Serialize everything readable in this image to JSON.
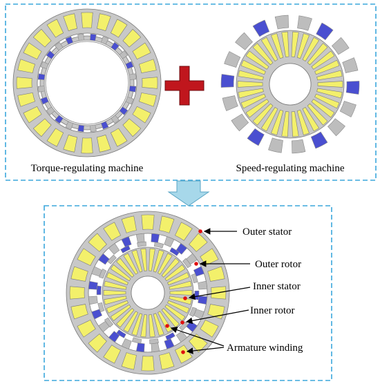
{
  "top_panel": {
    "left_caption": "Torque-regulating machine",
    "right_caption": "Speed-regulating machine"
  },
  "bottom_panel": {
    "callouts": [
      "Outer stator",
      "Outer rotor",
      "Inner stator",
      "Inner rotor",
      "Armature winding"
    ]
  },
  "colors": {
    "frame_dash": "#3aa7dc",
    "core_gray": "#c8c8c8",
    "core_edge": "#7a7a7a",
    "winding_yellow": "#f3f06b",
    "magnet_blue": "#4a4fd0",
    "plus_red": "#c0161d",
    "arrow_fill": "#a7d8ea",
    "marker_red": "#e01010"
  }
}
